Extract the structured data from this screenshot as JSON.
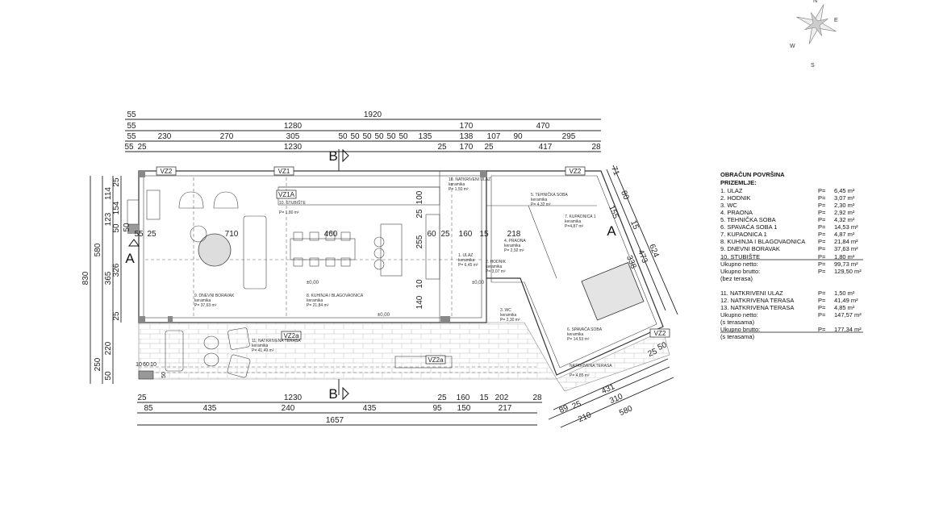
{
  "compass": {
    "n": "N",
    "e": "E",
    "s": "S",
    "w": "W"
  },
  "dims_top": {
    "row1": [
      "55",
      "1920"
    ],
    "row2": [
      "55",
      "1280",
      "170",
      "470"
    ],
    "row3": [
      "55",
      "230",
      "270",
      "305",
      "50",
      "50",
      "50",
      "50",
      "50",
      "50",
      "135",
      "138",
      "107",
      "90",
      "295"
    ],
    "row4": [
      "55",
      "25",
      "1230",
      "25",
      "170",
      "25",
      "417",
      "28"
    ]
  },
  "dims_bottom": {
    "row1": [
      "25",
      "1230",
      "25",
      "160",
      "15",
      "202",
      "28"
    ],
    "row2": [
      "85",
      "435",
      "240",
      "435",
      "95",
      "150",
      "217"
    ],
    "row3": [
      "1657"
    ]
  },
  "dims_left": [
    "830",
    "580",
    "250",
    "365",
    "326",
    "114",
    "154",
    "123",
    "50",
    "25",
    "25",
    "220",
    "50"
  ],
  "dims_inner": [
    "710",
    "460",
    "60",
    "25",
    "160",
    "15",
    "218",
    "100",
    "25",
    "255",
    "10",
    "140",
    "55",
    "25",
    "50",
    "10",
    "60",
    "10",
    "50"
  ],
  "dims_angled": [
    "624",
    "473",
    "338",
    "80",
    "155",
    "71",
    "15",
    "25",
    "50",
    "431",
    "310",
    "580",
    "89",
    "25",
    "210"
  ],
  "tags": [
    "VZ2",
    "VZ1",
    "VZ1A",
    "VZ2",
    "VZ2a",
    "VZ2a",
    "VZ2"
  ],
  "sections": {
    "a": "A",
    "b": "B"
  },
  "levels": [
    "±0,00",
    "±0,00",
    "±0,00"
  ],
  "rooms": [
    {
      "name": "9. DNEVNI BORAVAK",
      "floor": "keramika",
      "area": "P= 37,63 m²"
    },
    {
      "name": "8. KUHINJA I BLAGOVAONICA",
      "floor": "keramika",
      "area": "P= 21,84 m²"
    },
    {
      "name": "10. STUBIŠTE",
      "floor": "",
      "area": "P= 1,80 m²"
    },
    {
      "name": "10. NATKRIVENI ULAZ",
      "floor": "keramika",
      "area": "P= 1,50 m²"
    },
    {
      "name": "1. ULAZ",
      "floor": "keramika",
      "area": "P= 6,45 m²"
    },
    {
      "name": "2. HODNIK",
      "floor": "keramika",
      "area": "P= 3,07 m²"
    },
    {
      "name": "3. WC",
      "floor": "keramika",
      "area": "P= 2,30 m²"
    },
    {
      "name": "4. PRAONA",
      "floor": "keramika",
      "area": "P= 2,92 m²"
    },
    {
      "name": "5. TEHNIČKA SOBA",
      "floor": "keramika",
      "area": "P= 4,32 m²"
    },
    {
      "name": "7. KUPAONICA 1",
      "floor": "keramika",
      "area": "P=4,87 m²"
    },
    {
      "name": "6. SPAVAĆA SOBA",
      "floor": "keramika",
      "area": "P= 14,53 m²"
    },
    {
      "name": "11. NATKRIVENA TERASA",
      "floor": "keramika",
      "area": "P= 41,49 m²"
    },
    {
      "name": "NATKRIVENA TERASA",
      "floor": "",
      "area": "P= 4,85 m²"
    }
  ],
  "legend": {
    "title": "OBRAČUN POVRŠINA",
    "subtitle": "PRIZEMLJE:",
    "rows": [
      {
        "label": "1. ULAZ",
        "p": "P=",
        "value": "6,45 m²"
      },
      {
        "label": "2. HODNIK",
        "p": "P=",
        "value": "3,07 m²"
      },
      {
        "label": "3. WC",
        "p": "P=",
        "value": "2,30 m²"
      },
      {
        "label": "4. PRAONA",
        "p": "P=",
        "value": "2,92 m²"
      },
      {
        "label": "5. TEHNIČKA SOBA",
        "p": "P=",
        "value": "4,32 m²"
      },
      {
        "label": "6. SPAVAĆA SOBA 1",
        "p": "P=",
        "value": "14,53 m²"
      },
      {
        "label": "7. KUPAONICA 1",
        "p": "P=",
        "value": "4,87 m²"
      },
      {
        "label": "8. KUHINJA I BLAGOVAONICA",
        "p": "P=",
        "value": "21,84 m²"
      },
      {
        "label": "9. DNEVNI BORAVAK",
        "p": "P=",
        "value": "37,63 m²"
      },
      {
        "label": "10. STUBIŠTE",
        "p": "P=",
        "value": "1,80 m²"
      },
      {
        "label": "Ukupno netto:",
        "p": "P=",
        "value": "99,73 m²"
      },
      {
        "label": "Ukupno brutto:",
        "p": "P=",
        "value": "129,50 m²"
      },
      {
        "label": "(bez terasa)",
        "p": "",
        "value": ""
      },
      {
        "label": "11. NATKRIVENI ULAZ",
        "p": "P=",
        "value": "1,50 m²"
      },
      {
        "label": "12. NATKRIVENA TERASA",
        "p": "P=",
        "value": "41,49 m²"
      },
      {
        "label": "13.  NATKRIVENA TERASA",
        "p": "P=",
        "value": "4,85 m²"
      },
      {
        "label": "Ukupno netto:",
        "p": "P=",
        "value": "147,57 m²"
      },
      {
        "label": "(s terasama)",
        "p": "",
        "value": ""
      },
      {
        "label": "Ukupno brutto:",
        "p": "P=",
        "value": "177,34 m²"
      },
      {
        "label": "(s terasama)",
        "p": "",
        "value": ""
      }
    ]
  }
}
